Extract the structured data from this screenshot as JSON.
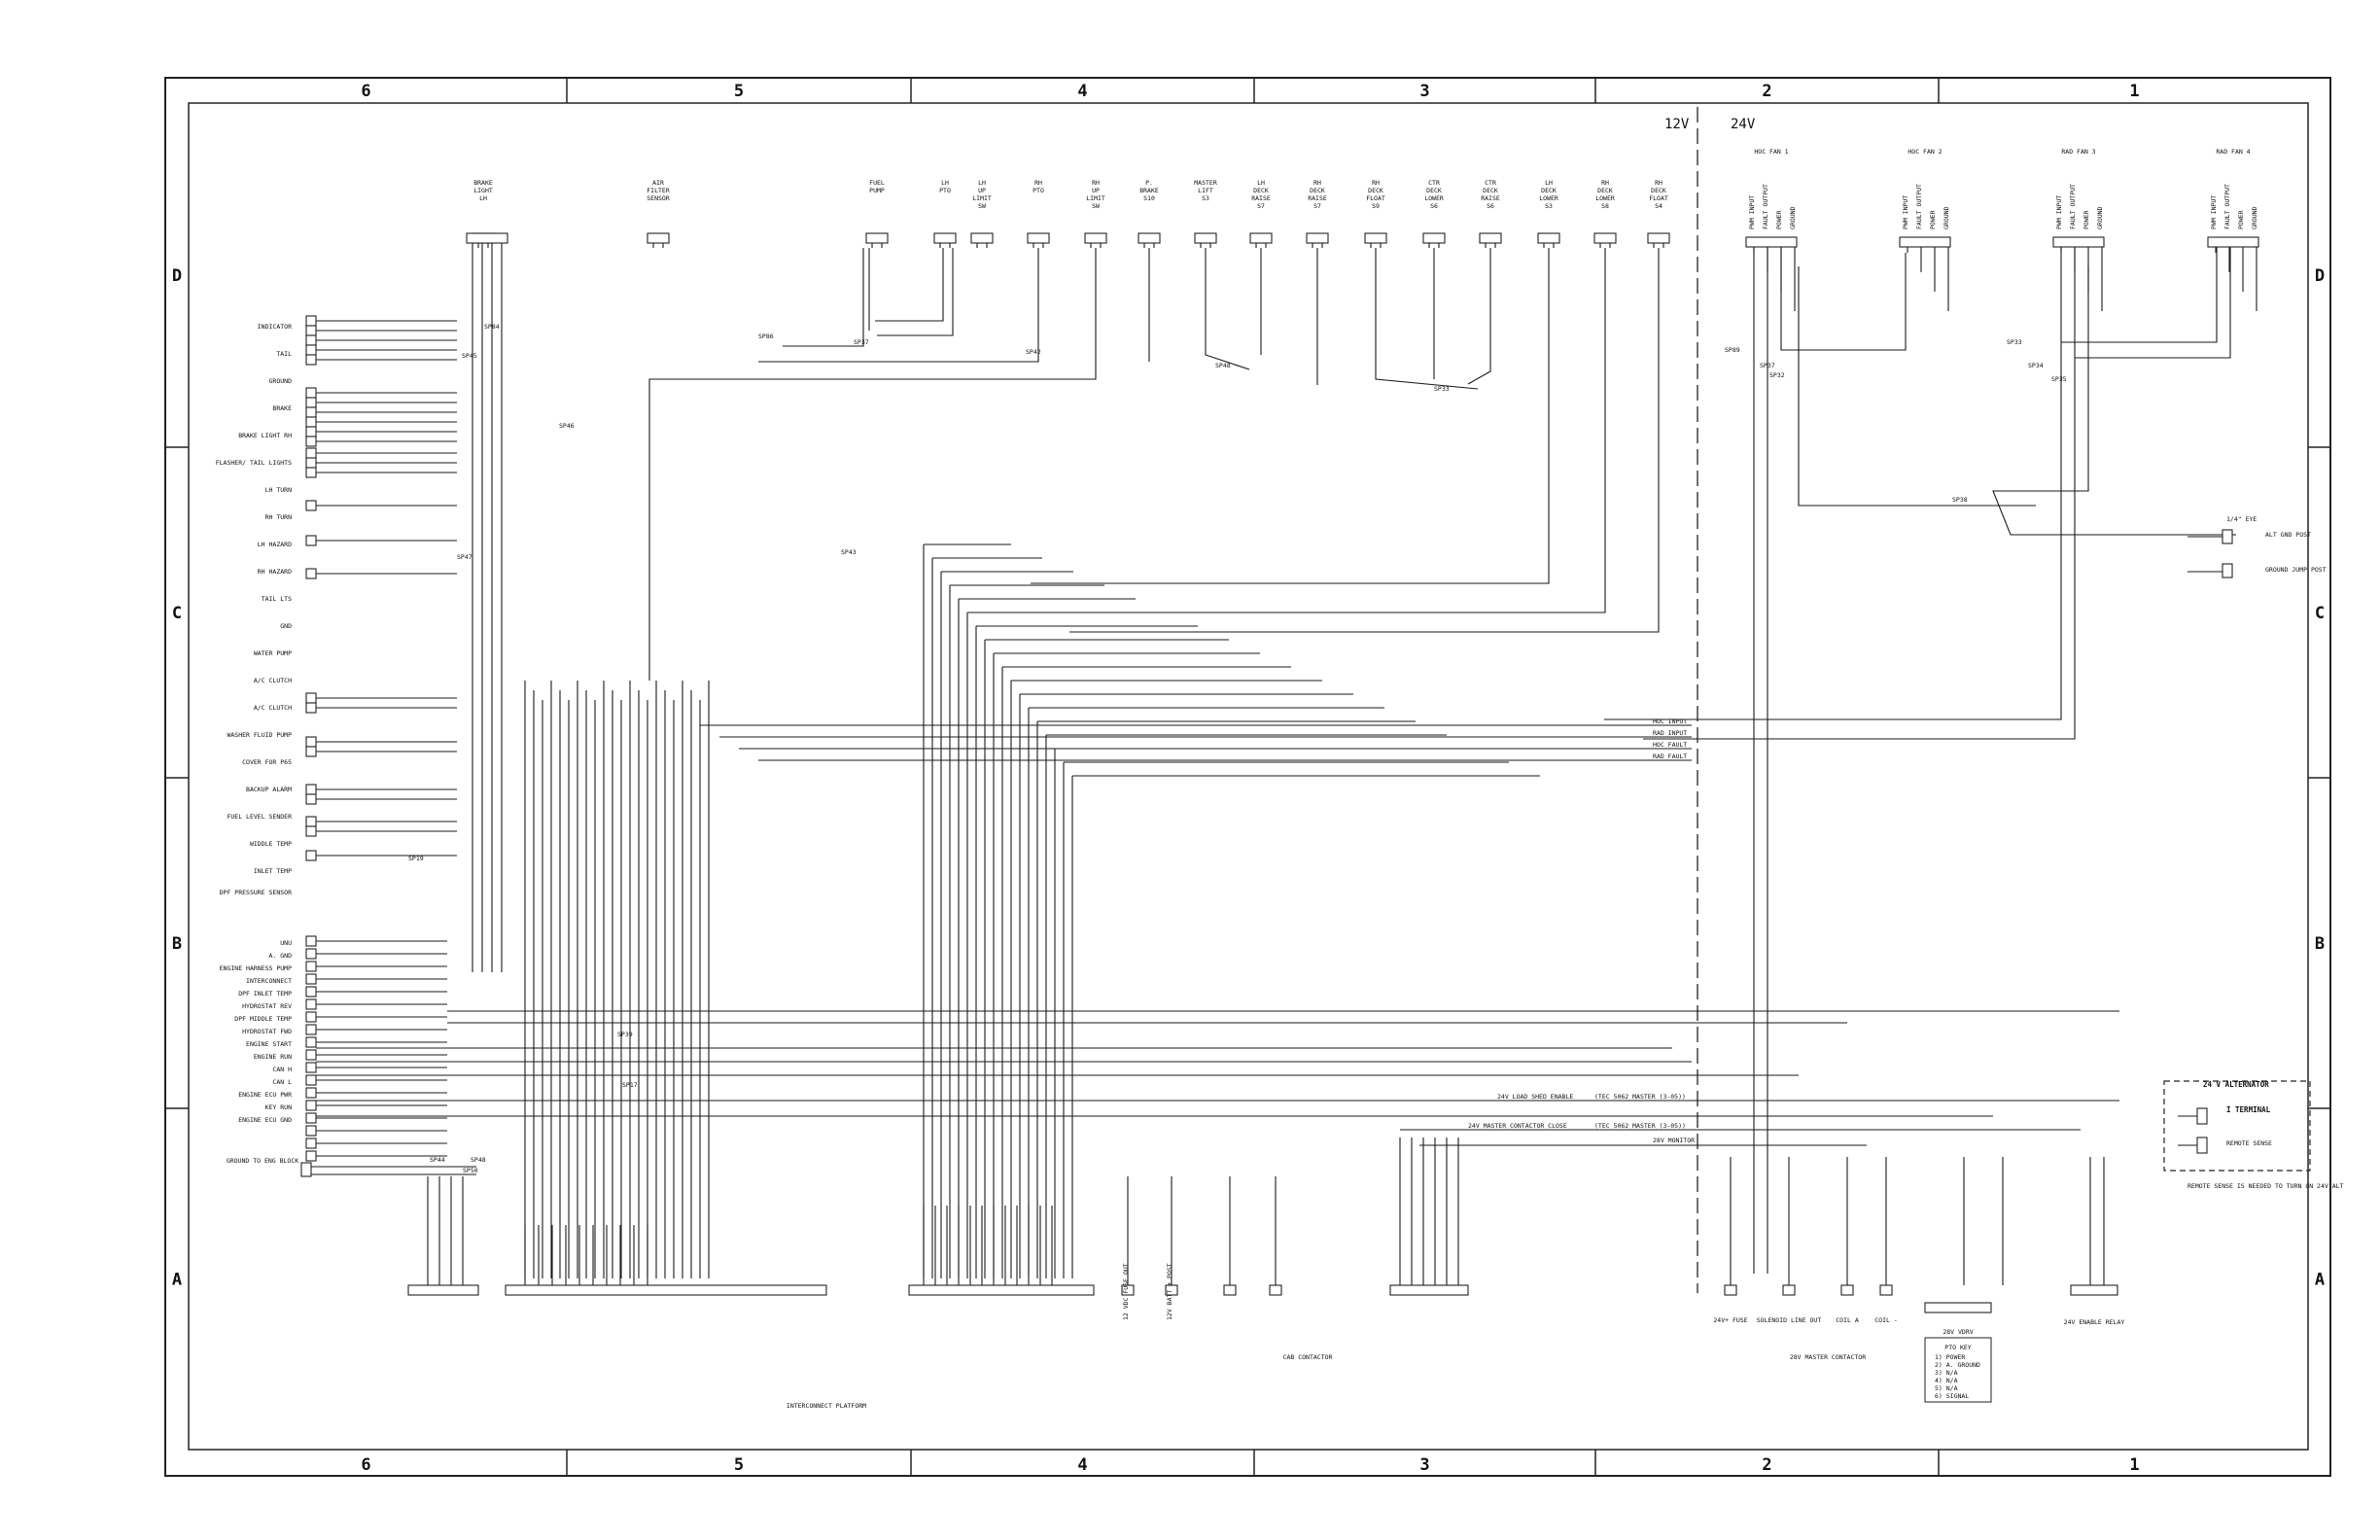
{
  "zones_h": [
    "6",
    "5",
    "4",
    "3",
    "2",
    "1"
  ],
  "zones_v": [
    "D",
    "C",
    "B",
    "A"
  ],
  "voltage": {
    "v12": "12V",
    "v24": "24V"
  },
  "top_labels": [
    "BRAKE LIGHT LH",
    "AIR FILTER SENSOR",
    "FUEL PUMP",
    "LH PTO",
    "LH UP LIMIT SW",
    "RH PTO",
    "RH UP LIMIT SW",
    "P. BRAKE S10",
    "MASTER LIFT S3",
    "LH DECK RAISE S7",
    "RH DECK RAISE S7",
    "RH DECK FLOAT S9",
    "CTR DECK LOWER S6",
    "CTR DECK RAISE S6",
    "LH DECK LOWER S3",
    "RH DECK LOWER S8",
    "RH DECK FLOAT S4"
  ],
  "fans": [
    {
      "title": "HOC FAN 1",
      "pins": [
        "PWM INPUT",
        "FAULT OUTPUT",
        "POWER",
        "GROUND"
      ]
    },
    {
      "title": "HOC FAN 2",
      "pins": [
        "PWM INPUT",
        "FAULT OUTPUT",
        "POWER",
        "GROUND"
      ]
    },
    {
      "title": "RAD FAN 3",
      "pins": [
        "PWM INPUT",
        "FAULT OUTPUT",
        "POWER",
        "GROUND"
      ]
    },
    {
      "title": "RAD FAN 4",
      "pins": [
        "PWM INPUT",
        "FAULT OUTPUT",
        "POWER",
        "GROUND"
      ]
    }
  ],
  "left_labels": [
    "INDICATOR",
    "TAIL",
    "GROUND",
    "BRAKE",
    "BRAKE LIGHT RH",
    "FLASHER/ TAIL LIGHTS",
    "LH TURN",
    "RH TURN",
    "LH HAZARD",
    "RH HAZARD",
    "TAIL LTS",
    "GND",
    "WATER PUMP",
    "A/C CLUTCH",
    "A/C CLUTCH",
    "WASHER FLUID PUMP",
    "COVER FOR P65",
    "BACKUP ALARM",
    "FUEL LEVEL SENDER",
    "WIDDLE TEMP",
    "INLET TEMP",
    "DPF PRESSURE SENSOR"
  ],
  "engine_labels": [
    "UNU",
    "A. GND",
    "ENGINE HARNESS PUMP",
    "INTERCONNECT",
    "DPF INLET TEMP",
    "HYDROSTAT REV",
    "DPF MIDDLE TEMP",
    "HYDROSTAT FWD",
    "ENGINE START",
    "ENGINE RUN",
    "CAN H",
    "CAN L",
    "ENGINE ECU PWR",
    "KEY RUN",
    "ENGINE ECU GND"
  ],
  "signal_labels": [
    "HOC INPUT",
    "RAD INPUT",
    "HOC FAULT",
    "RAD FAULT"
  ],
  "bus_notes": [
    "24V LOAD SHED ENABLE",
    "(TEC 5062 MASTER (3-05))",
    "24V MASTER CONTACTOR CLOSE",
    "(TEC 5062 MASTER (3-05))",
    "28V MONITOR"
  ],
  "splices": [
    "SP84",
    "SP37",
    "SP86",
    "SP42",
    "SP48",
    "SP33",
    "SP45",
    "SP43",
    "SP46",
    "SP47",
    "SP39",
    "SP19",
    "SP17",
    "SP44",
    "SP48",
    "SP50",
    "SP89",
    "SP37",
    "SP32",
    "SP33",
    "SP34",
    "SP35",
    "SP38"
  ],
  "ground": {
    "eye": "1/4\" EYE",
    "alt": "ALT GND POST",
    "jump": "GROUND JUMP POST",
    "eng": "GROUND TO ENG BLOCK"
  },
  "alternator": {
    "title": "24 V ALTERNATOR",
    "terminal": "I TERMINAL",
    "remote": "REMOTE SENSE",
    "note": "REMOTE SENSE IS NEEDED TO TURN ON 24V ALT"
  },
  "bottom": {
    "interconnect": "INTERCONNECT PLATFORM",
    "cab_contactor": "CAB CONTACTOR",
    "master_contactor": "28V MASTER CONTACTOR",
    "fuse": "24V+ FUSE",
    "solenoid": "SOLENOID LINE OUT",
    "coil_a": "COIL A",
    "coil_b": "COIL -",
    "pto_key": "PTO KEY",
    "enable_relay": "24V ENABLE RELAY",
    "vdrv": "28V VDRV",
    "fuse_out": "12 VDC FUSE OUT",
    "batt": "12V BATT + POST"
  },
  "pto_key_list": [
    "1) POWER",
    "2) A. GROUND",
    "3) N/A",
    "4) N/A",
    "5) N/A",
    "6) SIGNAL"
  ]
}
